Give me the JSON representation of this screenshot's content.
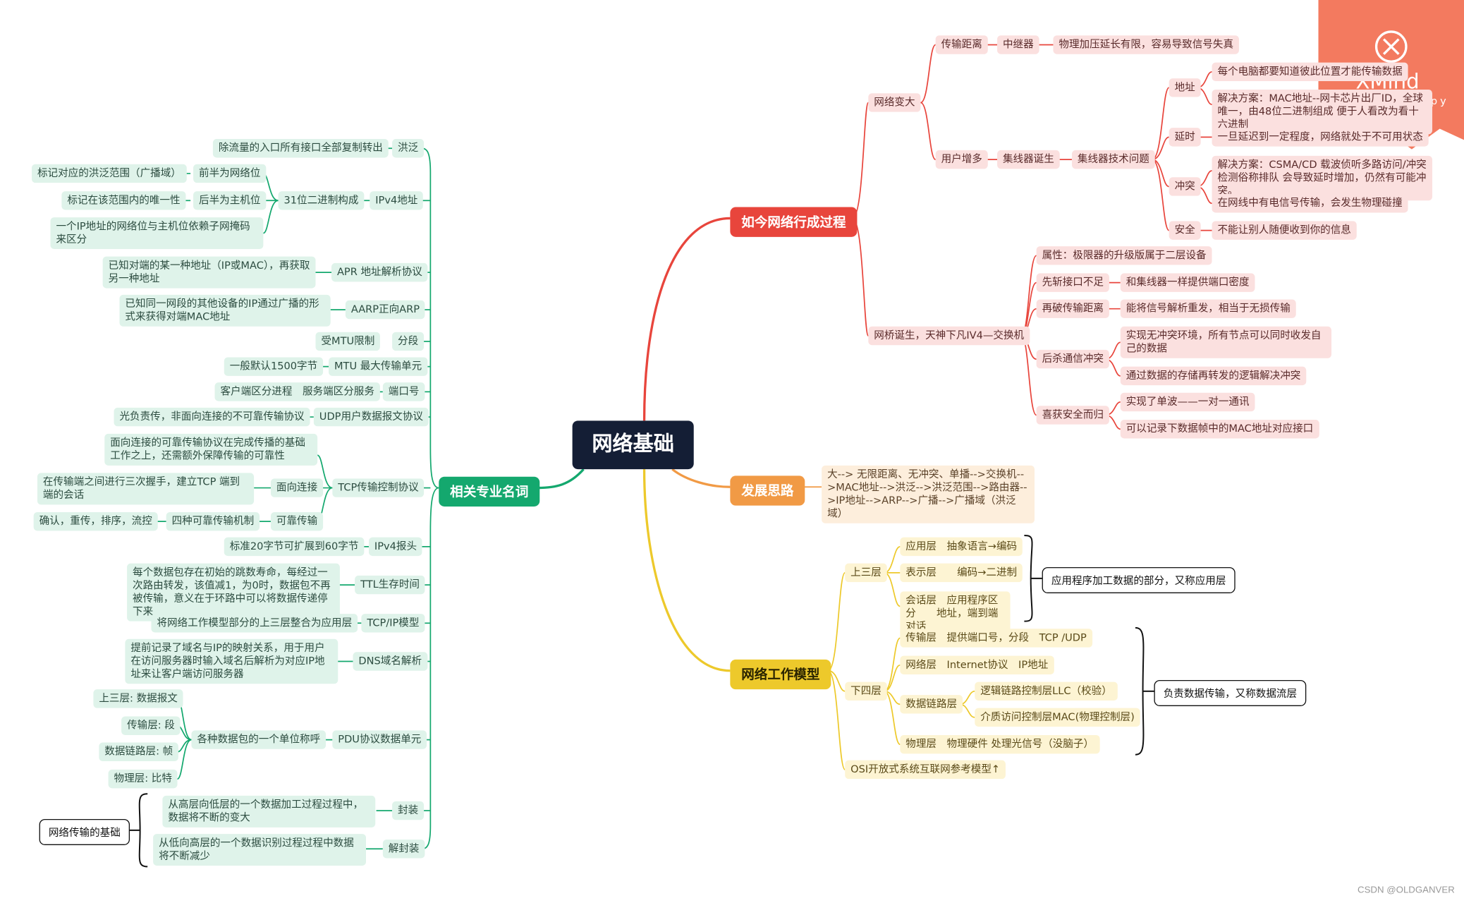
{
  "root": "网络基础",
  "branches": {
    "formation": "如今网络行成过程",
    "ideas": "发展思路",
    "model": "网络工作模型",
    "terms": "相关专业名词"
  },
  "formation": {
    "grow": "网络变大",
    "distance": "传输距离",
    "repeater": "中继器",
    "repeater_note": "物理加压延长有限，容易导致信号失真",
    "users": "用户增多",
    "hub": "集线器诞生",
    "hub_issue": "集线器技术问题",
    "address": "地址",
    "address_1": "每个电脑都要知道彼此位置才能传输数据",
    "address_2": "解决方案：MAC地址--网卡芯片出厂ID，全球唯一，由48位二进制组成 便于人看改为看十六进制",
    "delay": "延时",
    "delay_1": "一旦延迟到一定程度，网络就处于不可用状态",
    "conflict": "冲突",
    "conflict_1": "解决方案：CSMA/CD 载波侦听多路访问/冲突检测俗称排队 会导致延时增加，仍然有可能冲突。",
    "conflict_2": "在网线中有电信号传输，会发生物理碰撞",
    "security": "安全",
    "security_1": "不能让别人随便收到你的信息",
    "bridge": "网桥诞生，天神下凡IV4—交换机",
    "attr": "属性：极限器的升级版属于二层设备",
    "port_short": "先斩接口不足",
    "port_short_1": "和集线器一样提供端口密度",
    "break_dist": "再破传输距离",
    "break_dist_1": "能将信号解析重发，相当于无损传输",
    "kill_conflict": "后杀通信冲突",
    "kill_conflict_1": "实现无冲突环境，所有节点可以同时收发自己的数据",
    "kill_conflict_2": "通过数据的存储再转发的逻辑解决冲突",
    "gain_security": "喜获安全而归",
    "gain_security_1": "实现了单波——一对一通讯",
    "gain_security_2": "可以记录下数据帧中的MAC地址对应接口"
  },
  "ideas": {
    "text": "大--> 无限距离、无冲突、单播-->交换机-->MAC地址-->洪泛-->洪泛范围-->路由器-->IP地址-->ARP-->广播-->广播域（洪泛域）"
  },
  "model": {
    "upper": "上三层",
    "app": "应用层　抽象语言→编码",
    "pres": "表示层　　编码→二进制",
    "sess": "会话层　应用程序区分　　地址，端到端对话",
    "upper_box": "应用程序加工数据的部分，又称应用层",
    "lower": "下四层",
    "trans": "传输层　提供端口号，分段　TCP /UDP",
    "net": "网络层　Internet协议　IP地址",
    "link": "数据链路层",
    "llc": "逻辑链路控制层LLC（校验）",
    "mac": "介质访问控制层MAC(物理控制层)",
    "phys": "物理层　物理硬件 处理光信号（没脑子）",
    "lower_box": "负责数据传输，又称数据流层",
    "osi": "OSI开放式系统互联网参考模型↑"
  },
  "terms": {
    "flood": "洪泛",
    "flood_1": "除流量的入口所有接口全部复制转出",
    "ipv4": "IPv4地址",
    "bits31": "31位二进制构成",
    "first_half": "前半为网络位",
    "first_half_1": "标记对应的洪泛范围（广播域）",
    "second_half": "后半为主机位",
    "second_half_1": "标记在该范围内的唯一性",
    "mask": "一个IP地址的网络位与主机位依赖子网掩码来区分",
    "arp": "APR 地址解析协议",
    "arp_1": "已知对端的某一种地址（IP或MAC），再获取另一种地址",
    "rarp": "AARP正向ARP",
    "rarp_1": "已知同一网段的其他设备的IP通过广播的形式来获得对端MAC地址",
    "seg": "分段",
    "seg_1": "受MTU限制",
    "mtu": "MTU 最大传输单元",
    "mtu_1": "一般默认1500字节",
    "port": "端口号",
    "port_1": "客户端区分进程　服务端区分服务",
    "udp": "UDP用户数据报文协议",
    "udp_1": "光负责传，非面向连接的不可靠传输协议",
    "tcp": "TCP传输控制协议",
    "tcp_1": "面向连接的可靠传输协议在完成传播的基础工作之上，还需额外保障传输的可靠性",
    "conn": "面向连接",
    "conn_1": "在传输端之间进行三次握手，建立TCP 端到端的会话",
    "reliable": "可靠传输",
    "four": "四种可靠传输机制",
    "four_1": "确认，重传，排序，流控",
    "v4head": "IPv4报头",
    "v4head_1": "标准20字节可扩展到60字节",
    "ttl": "TTL生存时间",
    "ttl_1": "每个数据包存在初始的跳数寿命，每经过一次路由转发，该值减1，为0时，数据包不再被传输，意义在于环路中可以将数据传递停下来",
    "tcpip": "TCP/IP模型",
    "tcpip_1": "将网络工作模型部分的上三层整合为应用层",
    "dns": "DNS域名解析",
    "dns_1": "提前记录了域名与IP的映射关系，用于用户在访问服务器时输入域名后解析为对应IP地址来让客户端访问服务器",
    "pdu": "PDU协议数据单元",
    "pdu_1": "各种数据包的一个单位称呼",
    "pdu_a": "上三层: 数据报文",
    "pdu_b": "传输层: 段",
    "pdu_c": "数据链路层: 帧",
    "pdu_d": "物理层: 比特",
    "encap": "封装",
    "encap_1": "从高层向低层的一个数据加工过程过程中，数据将不断的变大",
    "decap": "解封装",
    "decap_1": "从低向高层的一个数据识别过程过程中数据将不断减少",
    "base_box": "网络传输的基础"
  },
  "watermark": {
    "brand": "XMind",
    "sub": "Copy"
  },
  "credit": "CSDN @OLDGANVER",
  "colors": {
    "root": "#141e35",
    "red": "#e8453c",
    "orange": "#f19a45",
    "yellow": "#edc92b",
    "green": "#14a86e"
  }
}
